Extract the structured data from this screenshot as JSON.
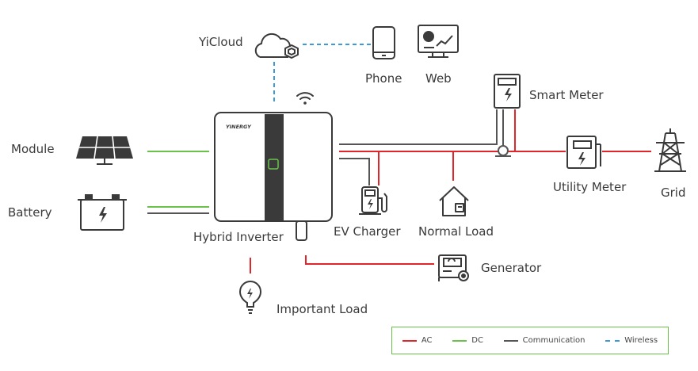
{
  "colors": {
    "ac": "#e0262b",
    "dc": "#6bc24a",
    "communication": "#555555",
    "wireless": "#3d9ad6",
    "icon": "#3a3a3a"
  },
  "labels": {
    "yicloud": "YiCloud",
    "phone": "Phone",
    "web": "Web",
    "smart_meter": "Smart Meter",
    "module": "Module",
    "battery": "Battery",
    "hybrid_inverter": "Hybrid Inverter",
    "ev_charger": "EV Charger",
    "normal_load": "Normal Load",
    "utility_meter": "Utility Meter",
    "grid": "Grid",
    "generator": "Generator",
    "important_load": "Important Load",
    "inverter_brand": "YINERGY"
  },
  "legend": {
    "ac": "AC",
    "dc": "DC",
    "communication": "Communication",
    "wireless": "Wireless"
  },
  "icons": {
    "cloud": "cloud-icon",
    "phone": "phone-icon",
    "web": "web-dashboard-icon",
    "smart_meter": "smart-meter-icon",
    "solar": "solar-panel-icon",
    "battery": "battery-icon",
    "inverter": "hybrid-inverter-icon",
    "wifi": "wifi-icon",
    "ev_charger": "ev-charger-icon",
    "house": "house-icon",
    "utility_meter": "utility-meter-icon",
    "tower": "transmission-tower-icon",
    "generator": "generator-icon",
    "bulb": "light-bulb-icon"
  }
}
